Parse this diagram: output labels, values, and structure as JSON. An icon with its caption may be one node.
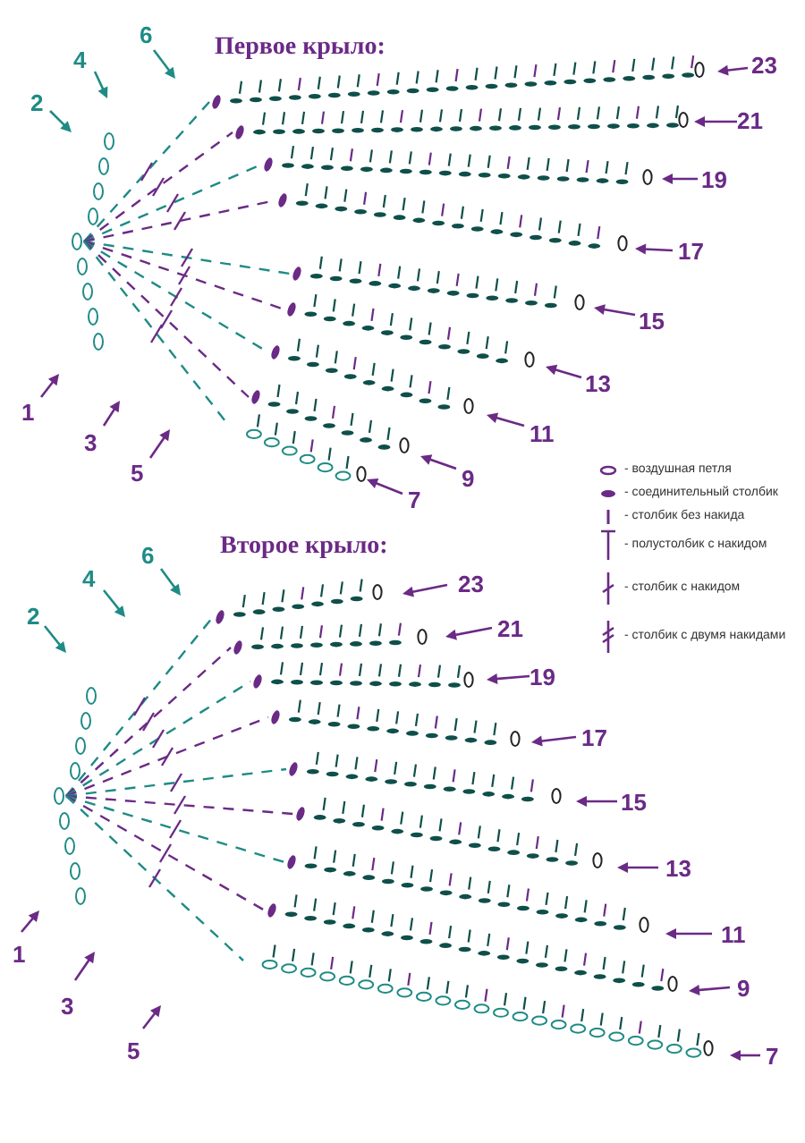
{
  "diagram": {
    "labels": [
      "6",
      "Первое крыло:",
      "4",
      "23",
      "2",
      "21",
      "19",
      "17",
      "15",
      "13",
      "1",
      "11",
      "3",
      "5",
      "9",
      "7",
      "6",
      "Второе крыло:",
      "4",
      "23",
      "2",
      "21",
      "19",
      "17",
      "15",
      "13",
      "1",
      "11",
      "3",
      "9",
      "5",
      "7"
    ],
    "legend": [
      {
        "text": "- воздушная петля"
      },
      {
        "text": "- соединительный столбик"
      },
      {
        "text": "- столбик без накида"
      },
      {
        "text": "- полустолбик с накидом"
      },
      {
        "text": "- столбик с накидом"
      },
      {
        "text": "- столбик с двумя накидами"
      }
    ]
  }
}
